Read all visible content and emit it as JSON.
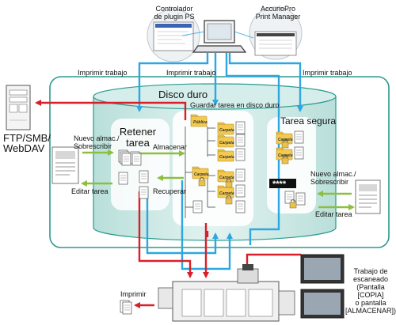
{
  "top": {
    "plugin_controller": "Controlador\nde plugin PS",
    "print_manager": "AccurioPro\nPrint Manager"
  },
  "print_job_labels": [
    "Imprimir trabajo",
    "Imprimir trabajo",
    "Imprimir trabajo"
  ],
  "hdd": {
    "title": "Disco duro",
    "save_to_hdd": "Guardar tarea en disco duro"
  },
  "retain": {
    "title": "Retener\ntarea",
    "new_store": "Nuevo almac./\nSobrescribir",
    "edit": "Editar tarea",
    "store": "Almacenar",
    "recover": "Recuperar"
  },
  "secure": {
    "title": "Tarea segura",
    "password_mask": "****",
    "new_store": "Nuevo almac./\nSobrescribir",
    "edit": "Editar tarea"
  },
  "folders": {
    "public": "Pública",
    "box": "Carpeta"
  },
  "left_server": "FTP/SMB/\nWebDAV",
  "print": "Imprimir",
  "scan_job": "Trabajo de\nescaneado\n(Pantalla\n[COPIA]\no pantalla\n[ALMACENAR])",
  "colors": {
    "red_flow": "#d9202a",
    "blue_flow": "#2ea7e0",
    "green_flow": "#8cbf3f",
    "teal_fill": "#cfe9e6",
    "teal_stroke": "#2a9a8e"
  }
}
